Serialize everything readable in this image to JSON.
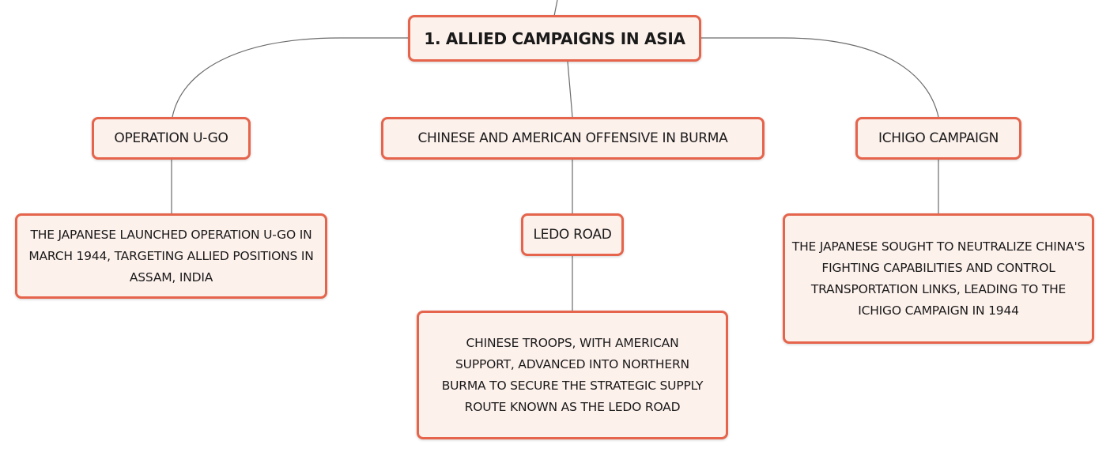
{
  "root": {
    "label": "1. ALLIED CAMPAIGNS IN ASIA"
  },
  "branches": [
    {
      "label": "OPERATION U-GO",
      "detail": "THE JAPANESE LAUNCHED OPERATION U-GO IN MARCH 1944, TARGETING ALLIED POSITIONS IN ASSAM, INDIA"
    },
    {
      "label": "CHINESE AND AMERICAN OFFENSIVE IN BURMA",
      "sub": "LEDO ROAD",
      "detail": "CHINESE TROOPS, WITH AMERICAN SUPPORT, ADVANCED INTO NORTHERN BURMA TO SECURE THE STRATEGIC SUPPLY ROUTE KNOWN AS THE LEDO ROAD"
    },
    {
      "label": "ICHIGO CAMPAIGN",
      "detail": "THE JAPANESE SOUGHT TO NEUTRALIZE CHINA'S FIGHTING CAPABILITIES AND CONTROL TRANSPORTATION LINKS, LEADING TO THE ICHIGO CAMPAIGN IN 1944"
    }
  ],
  "colors": {
    "node_border": "#e5644b",
    "node_fill": "#fdf1ec",
    "connector": "#6b6b6b",
    "text": "#1a1a1a"
  }
}
